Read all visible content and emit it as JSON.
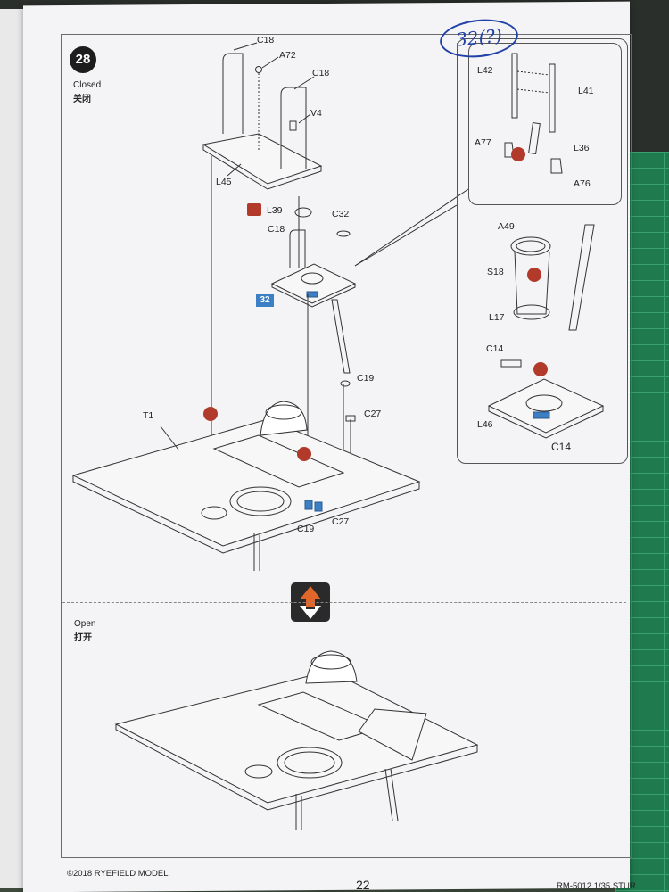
{
  "step": {
    "number": "28",
    "reference": "32"
  },
  "states": {
    "closed": {
      "label": "Closed",
      "label_cn": "关闭"
    },
    "open": {
      "label": "Open",
      "label_cn": "打开"
    }
  },
  "parts": {
    "c18_top_left": "C18",
    "a72": "A72",
    "c18_top_right": "C18",
    "v4": "V4",
    "l45": "L45",
    "l39": "L39",
    "c32": "C32",
    "c18_mid": "C18",
    "c19_right": "C19",
    "c27_right": "C27",
    "t1": "T1",
    "c19_bottom": "C19",
    "c27_bottom": "C27"
  },
  "callout": {
    "handwritten_note": "32(?)",
    "parts": {
      "l42": "L42",
      "l41": "L41",
      "a77": "A77",
      "l36": "L36",
      "a76": "A76",
      "a49": "A49",
      "s18": "S18",
      "l17": "L17",
      "c14_top": "C14",
      "l46": "L46",
      "c14_bottom": "C14"
    }
  },
  "footer": {
    "copyright": "©2018 RYEFIELD MODEL",
    "page_number": "22",
    "model": "RM-5012 1/35 STUR"
  },
  "colors": {
    "accent_blue": "#3d7fc4",
    "glue_red": "#b23a2a",
    "arrow_orange": "#e0662a",
    "ink_blue": "#2040a8"
  }
}
